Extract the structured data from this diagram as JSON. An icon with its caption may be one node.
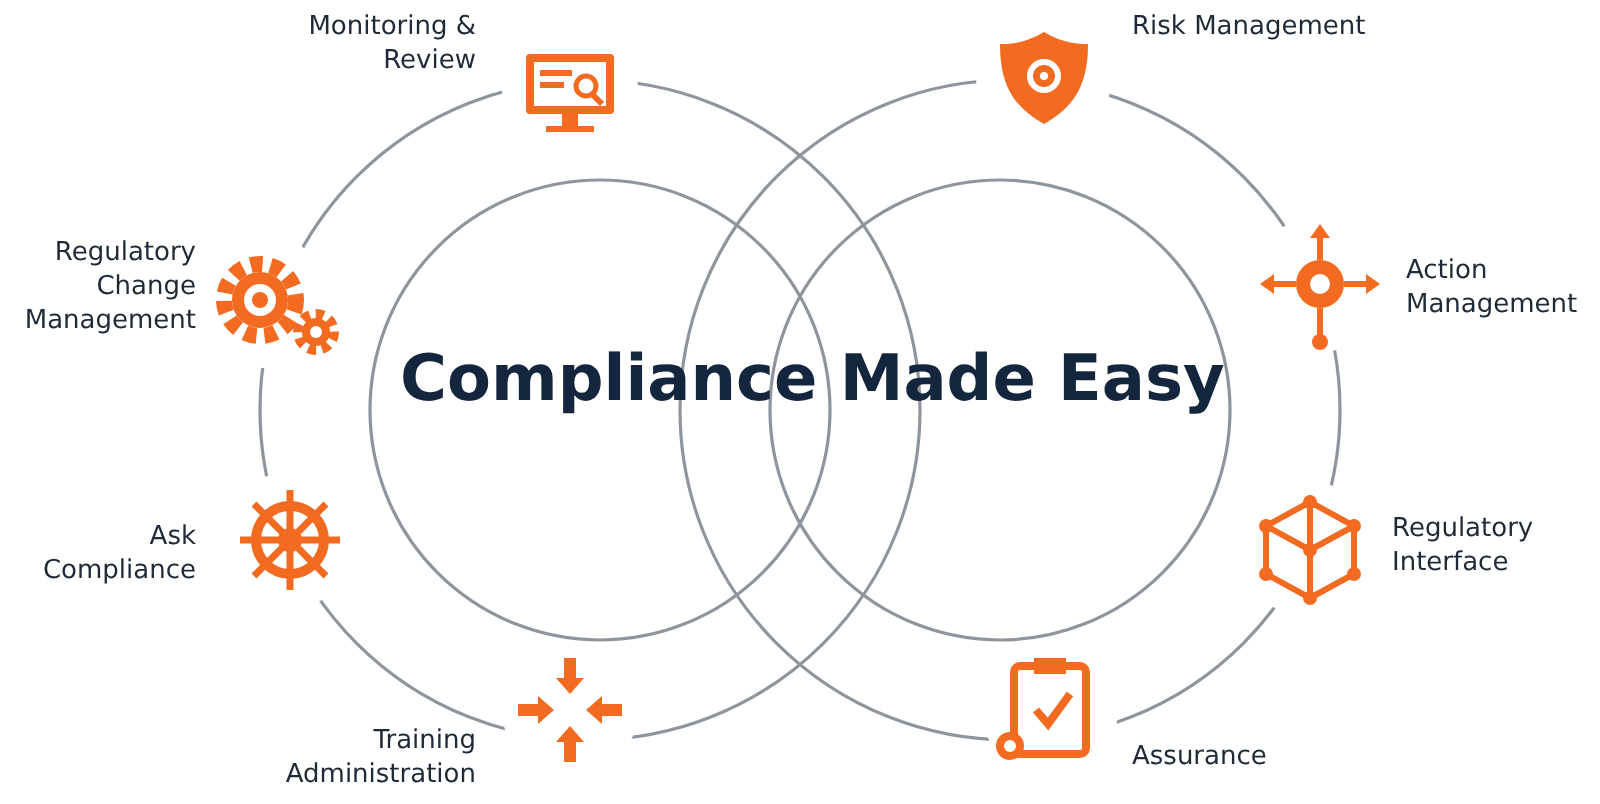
{
  "diagram": {
    "title": "Compliance Made Easy",
    "labels": [
      "Monitoring & Review",
      "Risk Management",
      "Regulatory Change Management",
      "Action Management",
      "Ask Compliance",
      "Regulatory Interface",
      "Training Administration",
      "Assurance"
    ]
  }
}
